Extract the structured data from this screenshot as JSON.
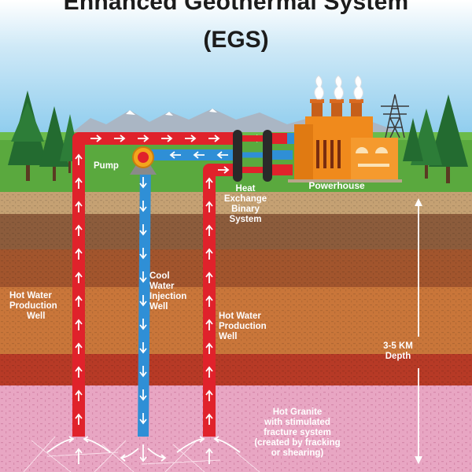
{
  "title": {
    "line1": "Enhanced Geothermal System",
    "line2": "(EGS)"
  },
  "labels": {
    "pump": "Pump",
    "heat_exchange": [
      "Heat",
      "Exchange",
      "Binary",
      "System"
    ],
    "powerhouse": "Powerhouse",
    "hot_water_well_left": [
      "Hot Water",
      "Production",
      "Well"
    ],
    "cool_water_well": [
      "Cool",
      "Water",
      "Injection",
      "Well"
    ],
    "hot_water_well_right": [
      "Hot Water",
      "Production",
      "Well"
    ],
    "depth": [
      "3-5 KM",
      "Depth"
    ],
    "hot_granite": [
      "Hot Granite",
      "with stimulated",
      "fracture system",
      "(created by fracking",
      "or shearing)"
    ]
  },
  "colors": {
    "hot_pipe": "#e0222b",
    "cool_pipe": "#2f8fd6",
    "powerhouse": "#f08a1c",
    "granite": "#e8a6c3",
    "sky_top": "#7ec3e9",
    "grass": "#58a83c"
  }
}
